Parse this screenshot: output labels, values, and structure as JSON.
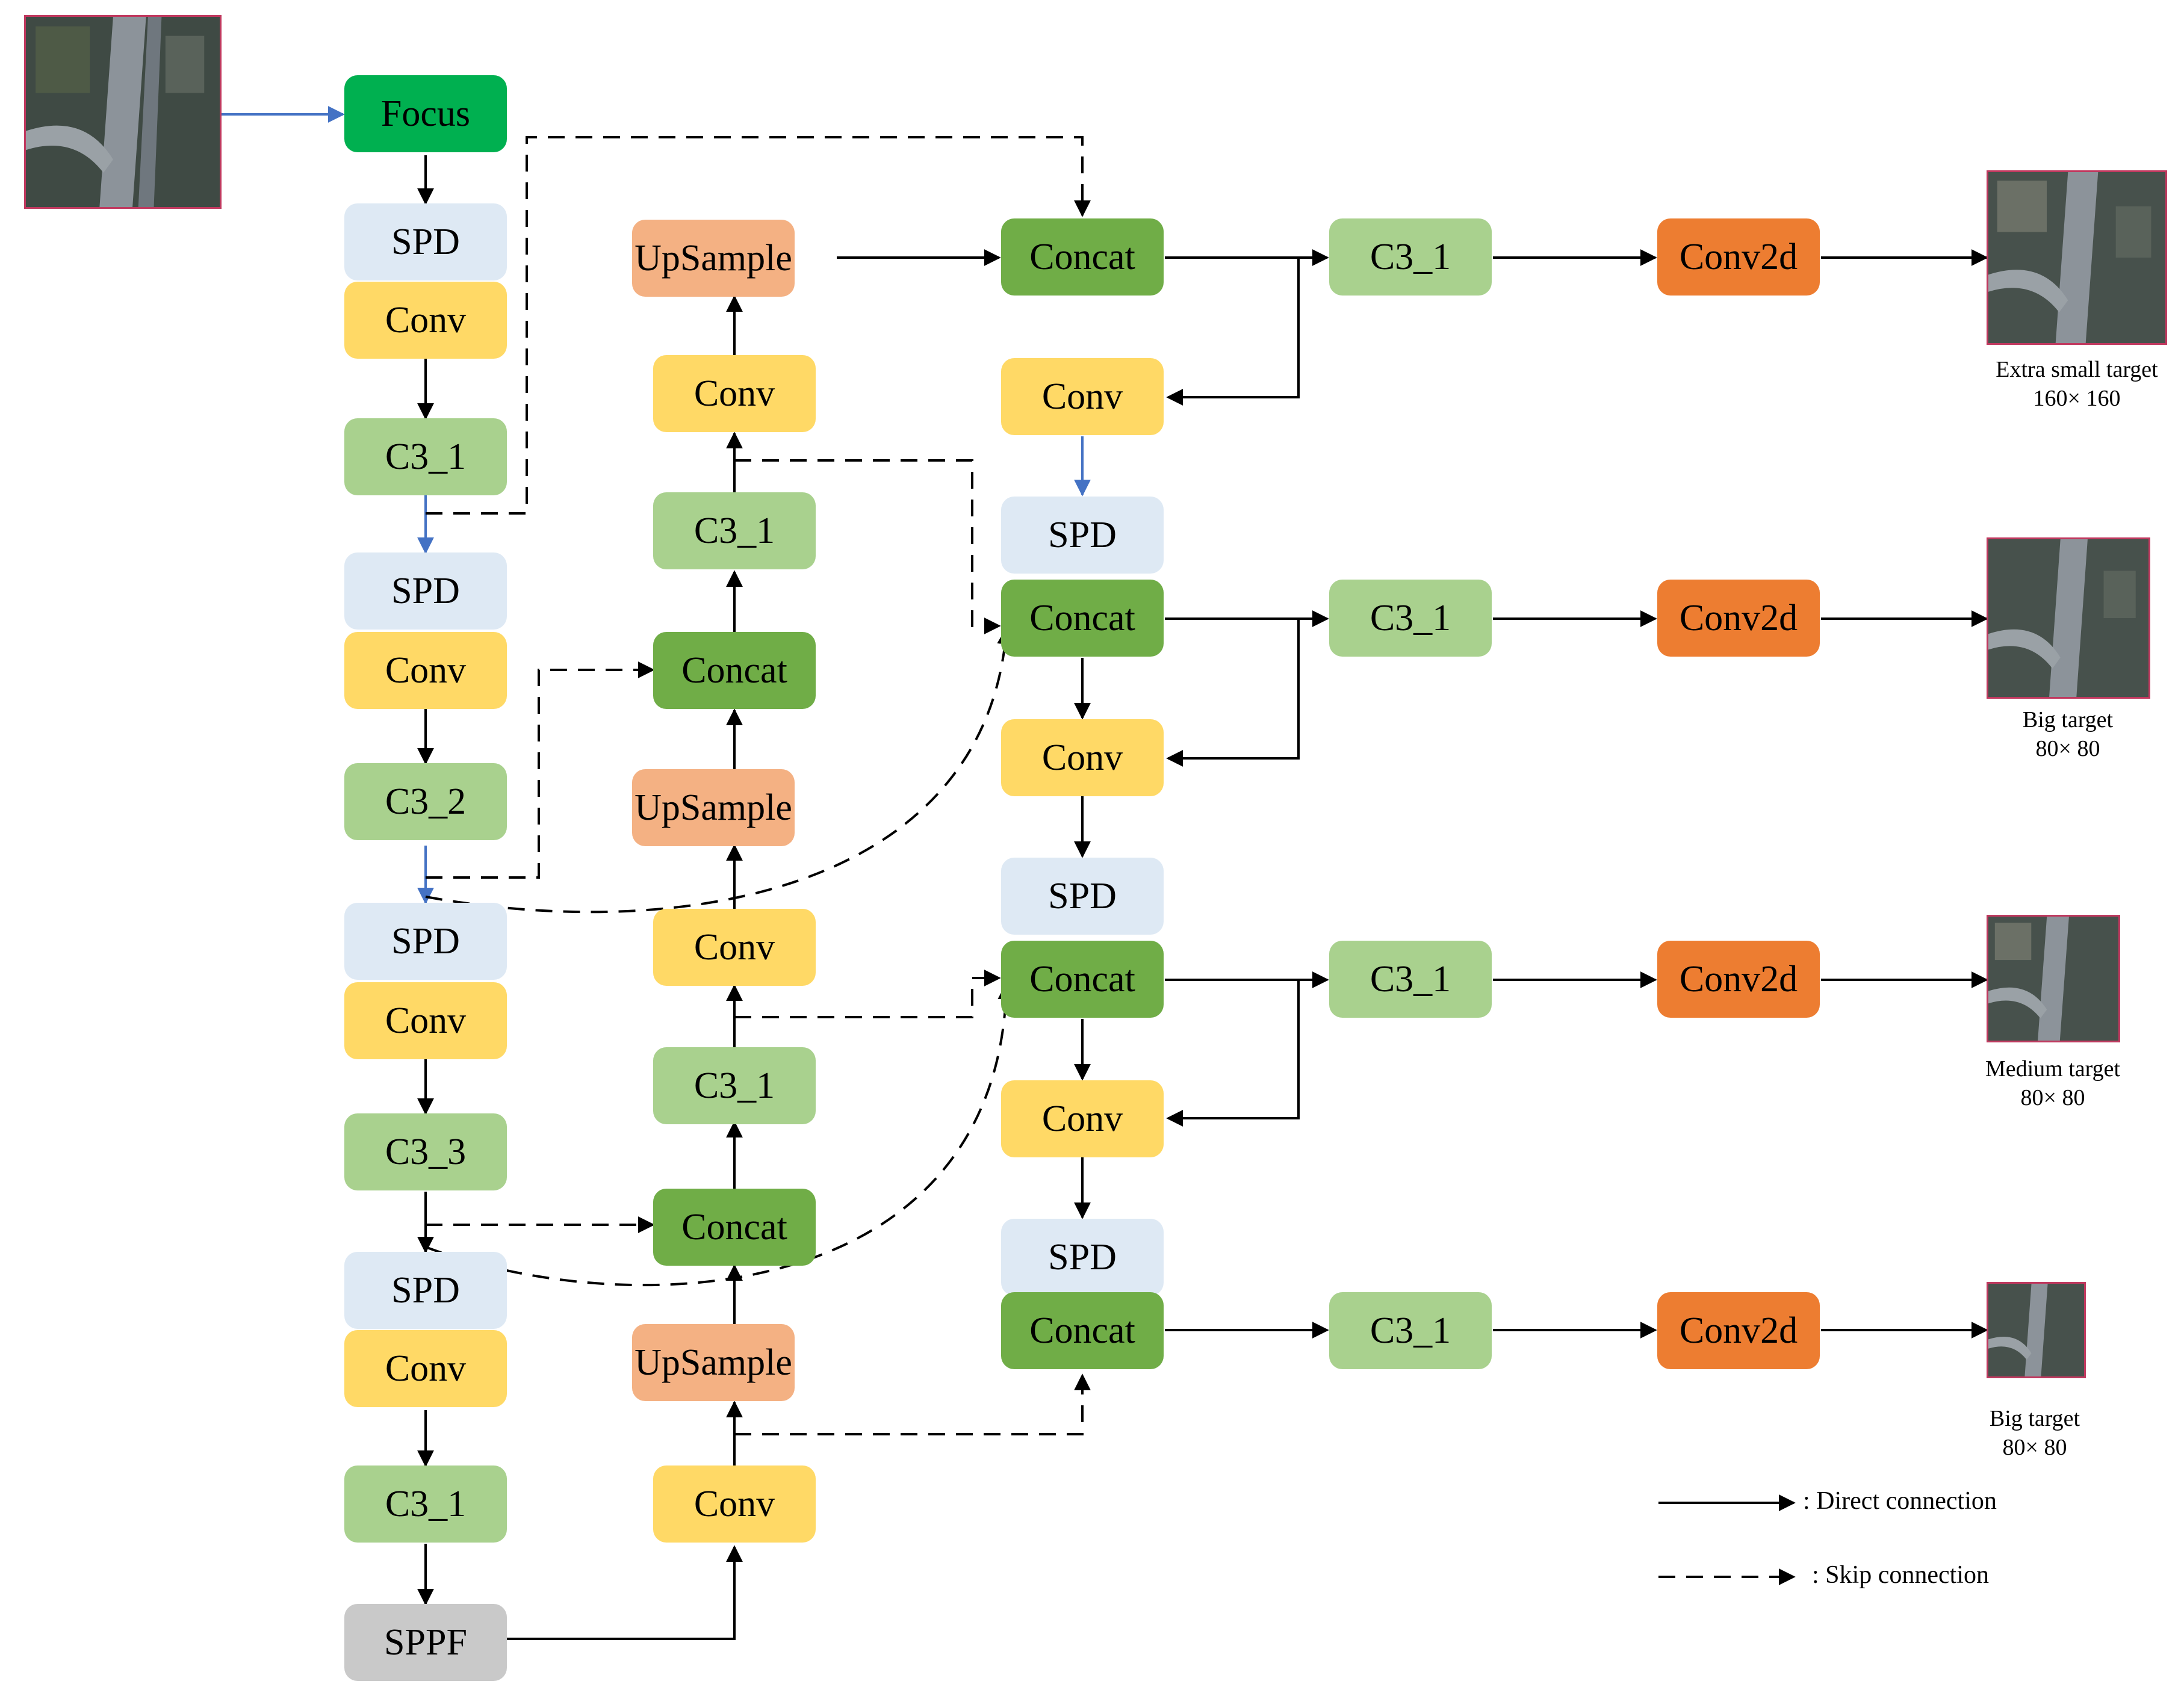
{
  "nodes": {
    "focus": "Focus",
    "b_spd1": "SPD",
    "b_conv1": "Conv",
    "b_c3a": "C3_1",
    "b_spd2": "SPD",
    "b_conv2": "Conv",
    "b_c3b": "C3_2",
    "b_spd3": "SPD",
    "b_conv3": "Conv",
    "b_c3c": "C3_3",
    "b_spd4": "SPD",
    "b_conv4": "Conv",
    "b_c3d": "C3_1",
    "sppf": "SPPF",
    "n_up1": "UpSample",
    "n_conv1": "Conv",
    "n_c3a": "C3_1",
    "n_concat1": "Concat",
    "n_up2": "UpSample",
    "n_conv2": "Conv",
    "n_c3b": "C3_1",
    "n_concat2": "Concat",
    "n_up3": "UpSample",
    "n_conv3": "Conv",
    "h_concat1": "Concat",
    "h_conv1": "Conv",
    "h_spd1": "SPD",
    "h_concat2": "Concat",
    "h_conv2": "Conv",
    "h_spd2": "SPD",
    "h_concat3": "Concat",
    "h_conv3": "Conv",
    "h_spd3": "SPD",
    "h_concat4": "Concat",
    "o_c3a": "C3_1",
    "o_c3b": "C3_1",
    "o_c3c": "C3_1",
    "o_c3d": "C3_1",
    "o_c2da": "Conv2d",
    "o_c2db": "Conv2d",
    "o_c2dc": "Conv2d",
    "o_c2dd": "Conv2d"
  },
  "outputs": [
    {
      "label": "Extra small target",
      "size": "160× 160"
    },
    {
      "label": "Big target",
      "size": "80× 80"
    },
    {
      "label": "Medium target",
      "size": "80× 80"
    },
    {
      "label": "Big target",
      "size": "80× 80"
    }
  ],
  "legend": {
    "direct": ": Direct connection",
    "skip": ": Skip connection"
  },
  "colors": {
    "focus": "#00b050",
    "spd": "#dee9f4",
    "conv": "#ffd966",
    "c3": "#a9d18e",
    "concat": "#70ad47",
    "upsample": "#f4b183",
    "sppf": "#c9c9c9",
    "conv2d": "#ed7d31",
    "blue_arrow": "#4472c4"
  }
}
